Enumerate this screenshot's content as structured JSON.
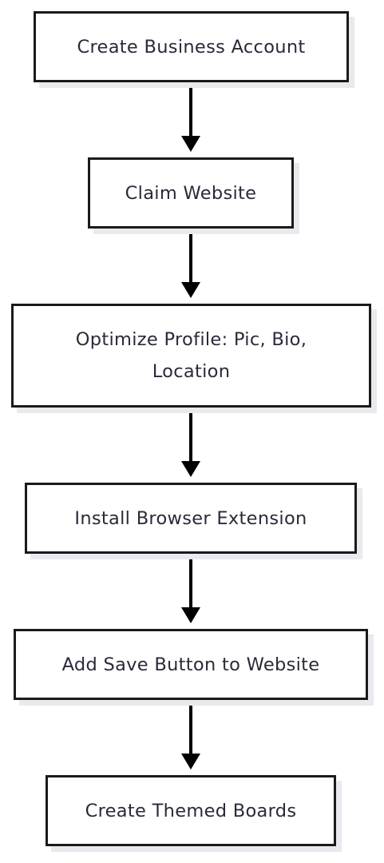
{
  "diagram": {
    "steps": [
      {
        "label": "Create Business Account"
      },
      {
        "label": "Claim Website"
      },
      {
        "label": "Optimize Profile: Pic, Bio, Location"
      },
      {
        "label": "Install Browser Extension"
      },
      {
        "label": "Add Save Button to Website"
      },
      {
        "label": "Create Themed Boards"
      }
    ],
    "colors": {
      "border": "#1a1a1a",
      "text": "#2a2a3a",
      "shadow": "#e9e9ee",
      "background": "#ffffff",
      "arrow": "#000000"
    }
  }
}
